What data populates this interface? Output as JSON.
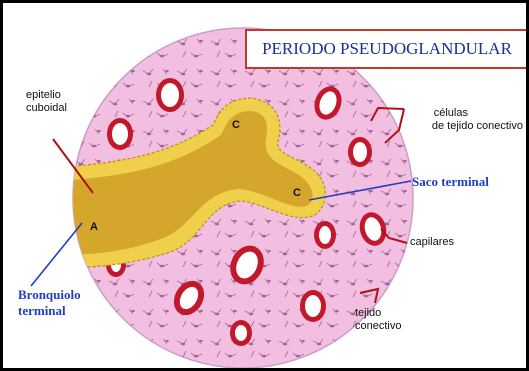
{
  "title": "PERIODO PSEUDOGLANDULAR",
  "labels": {
    "epitelio_line1": "epitelio",
    "epitelio_line2": "cuboidal",
    "celulas_line1": "células",
    "celulas_line2": "de tejido conectivo",
    "saco": "Saco terminal",
    "capilares": "capilares",
    "bronquiolo_line1": "Bronquiolo",
    "bronquiolo_line2": "terminal",
    "tejido_line1": "tejido",
    "tejido_line2": "conectivo"
  },
  "letters": {
    "a": "A",
    "c_top": "C",
    "c_right": "C"
  },
  "colors": {
    "background": "#ffffff",
    "tissue": "#f2bfe0",
    "lumen": "#d4a72c",
    "epithelium": "#f0d04a",
    "capillary": "#c2182b",
    "title_border": "#c0392b",
    "title_text": "#1a2f9a",
    "blue_label": "#1f3fbf",
    "leader_red": "#b0101c",
    "leader_blue": "#1f3fbf"
  }
}
